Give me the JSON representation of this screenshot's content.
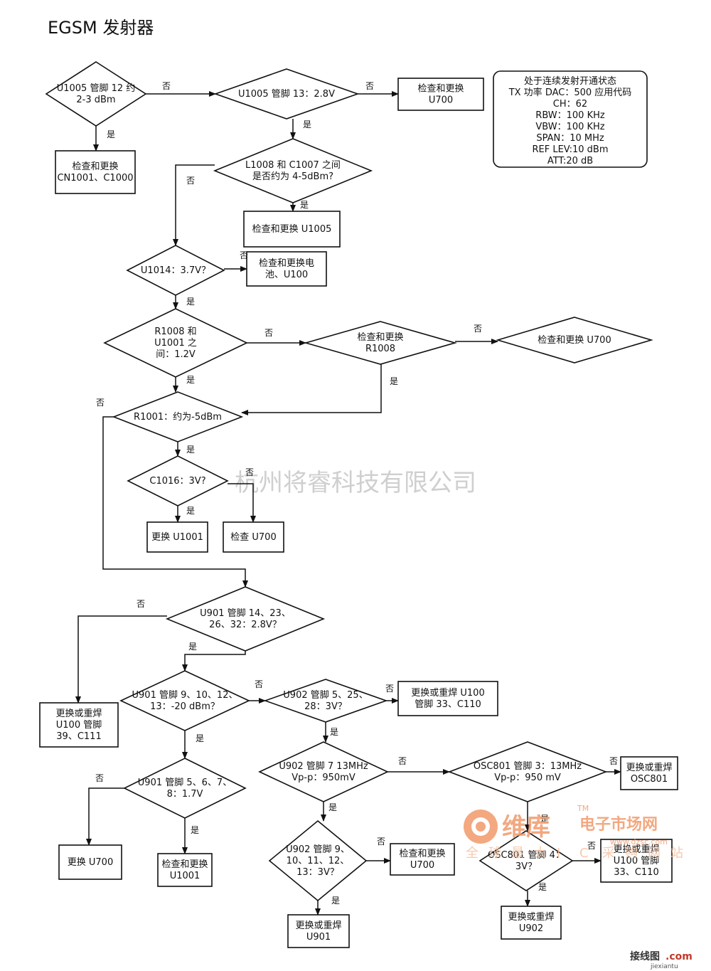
{
  "title": "EGSM 发射器",
  "watermark": "杭州将睿科技有限公司",
  "edge_labels": {
    "yes": "是",
    "no": "否"
  },
  "info_box": [
    "处于连续发射开通状态",
    "TX 功率 DAC：500  应用代码",
    "CH：62",
    "RBW：100 KHz",
    "VBW：100 KHz",
    "SPAN：10 MHz",
    "REF LEV:10 dBm",
    "ATT:20 dB"
  ],
  "nodes": {
    "d1": [
      "U1005 管脚 12 约",
      "2-3 dBm"
    ],
    "d2": [
      "U1005 管脚 13：2.8V"
    ],
    "b1": [
      "检查和更换",
      "U700"
    ],
    "b2": [
      "检查和更换",
      "CN1001、C1000"
    ],
    "d3": [
      "L1008 和 C1007 之间",
      "是否约为  4-5dBm?"
    ],
    "b3": [
      "检查和更换 U1005"
    ],
    "d4": [
      "U1014：3.7V？"
    ],
    "b4": [
      "检查和更换电",
      "池、U100"
    ],
    "d5": [
      "R1008 和",
      "U1001 之",
      "间：1.2V"
    ],
    "d6": [
      "检查和更换",
      "R1008"
    ],
    "d7": [
      "检查和更换 U700"
    ],
    "d8": [
      "R1001：约为-5dBm"
    ],
    "d9": [
      "C1016：3V?"
    ],
    "b5": [
      "更换 U1001"
    ],
    "b6": [
      "检查 U700"
    ],
    "d10": [
      "U901 管脚 14、23、",
      "26、32：2.8V？"
    ],
    "b7": [
      "更换或重焊",
      "U100 管脚",
      "39、C111"
    ],
    "d11": [
      "U901 管脚 9、10、12、",
      "13：-20 dBm？"
    ],
    "d12": [
      "U902 管脚 5、25、",
      "28：3V？"
    ],
    "b8": [
      "更换或重焊 U100",
      "管脚 33、C110"
    ],
    "d13": [
      "U901 管脚 5、6、7、",
      "8：1.7V"
    ],
    "b9": [
      "更换 U700"
    ],
    "b10": [
      "检查和更换",
      "U1001"
    ],
    "d14": [
      "U902 管脚 7 13MHz",
      "Vp-p：950mV"
    ],
    "d15": [
      "OSC801 管脚 3：13MHz",
      "Vp-p：950 mV"
    ],
    "b11": [
      "更换或重焊",
      "OSC801"
    ],
    "d16": [
      "U902 管脚 9、",
      "10、11、12、",
      "13：3V？"
    ],
    "b12": [
      "检查和更换",
      "U700"
    ],
    "b13": [
      "更换或重焊",
      "U901"
    ],
    "d17": [
      "OSC801 管脚 4：",
      "3V？"
    ],
    "b14": [
      "更换或重焊",
      "U100 管脚",
      "33、C110"
    ],
    "b15": [
      "更换或重焊",
      "U902"
    ]
  },
  "logo": {
    "brand": "维库",
    "name": "电子市场网",
    "url": "www.dzsc.com",
    "tm": "TM",
    "slogan": [
      "全",
      "球",
      "最",
      "大",
      "I",
      "C",
      "采",
      "购",
      "网",
      "站"
    ]
  },
  "corner": {
    "name": "接线图",
    "tld": ".com",
    "url": "jiexiantu"
  }
}
